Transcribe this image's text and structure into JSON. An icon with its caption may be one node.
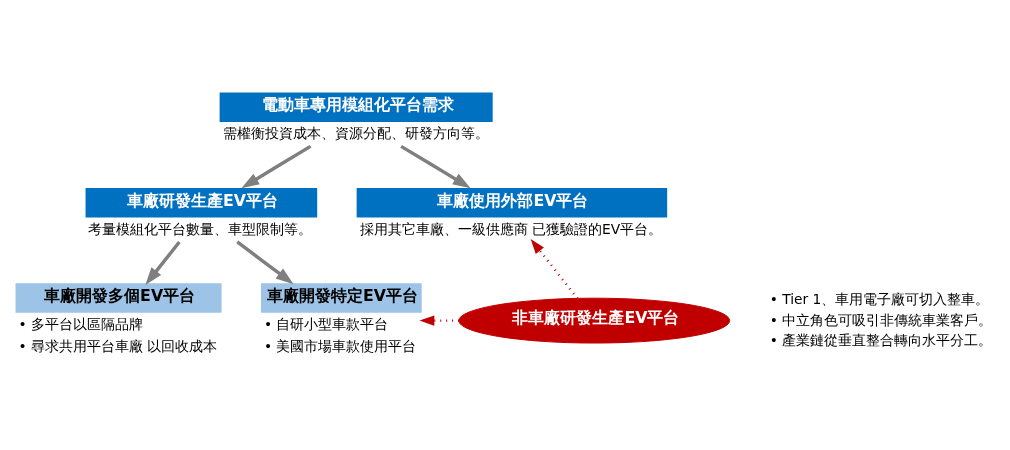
{
  "diagram": {
    "nodes": [
      {
        "text": [
          "電動車專用模組化平台需求",
          "需權衡投資成本、資源分配、研發方向等。"
        ]
      },
      {
        "text": [
          "車廠研發生產EV平台",
          "考量模組化平台數量、車型限制等。"
        ]
      },
      {
        "text": [
          "車廠使用外部EV平台",
          "採用其它車廠、一級供應商 已獲驗證的EV平台。"
        ]
      },
      {
        "text": [
          "車廠開發多個EV平台",
          "• 多平台以區隔品牌",
          "• 尋求共用平台車廠 以回收成本"
        ]
      },
      {
        "text": [
          "車廠開發特定EV平台",
          "• 自研小型車款平台",
          "• 美國市場車款使用平台"
        ]
      },
      {
        "text": [
          "非車廠研發生產EV平台"
        ],
        "beside": [
          "• Tier 1、車用電子廠可切入整車。",
          "• 中立角色可吸引非傳統車業客戶。",
          "• 產業鏈從垂直整合轉向水平分工。"
        ]
      }
    ],
    "edges": [
      {
        "from": 0,
        "to": 1,
        "arrow": "to"
      },
      {
        "from": 0,
        "to": 2,
        "arrow": "to"
      },
      {
        "from": 1,
        "to": 3,
        "arrow": "to"
      },
      {
        "from": 1,
        "to": 4,
        "arrow": "to"
      },
      {
        "from": 5,
        "to": 4,
        "arrow": "to",
        "style": "dashed",
        "color": "#c00000"
      },
      {
        "from": 5,
        "to": 2,
        "arrow": "to",
        "style": "dashed",
        "color": "#c00000"
      }
    ]
  }
}
